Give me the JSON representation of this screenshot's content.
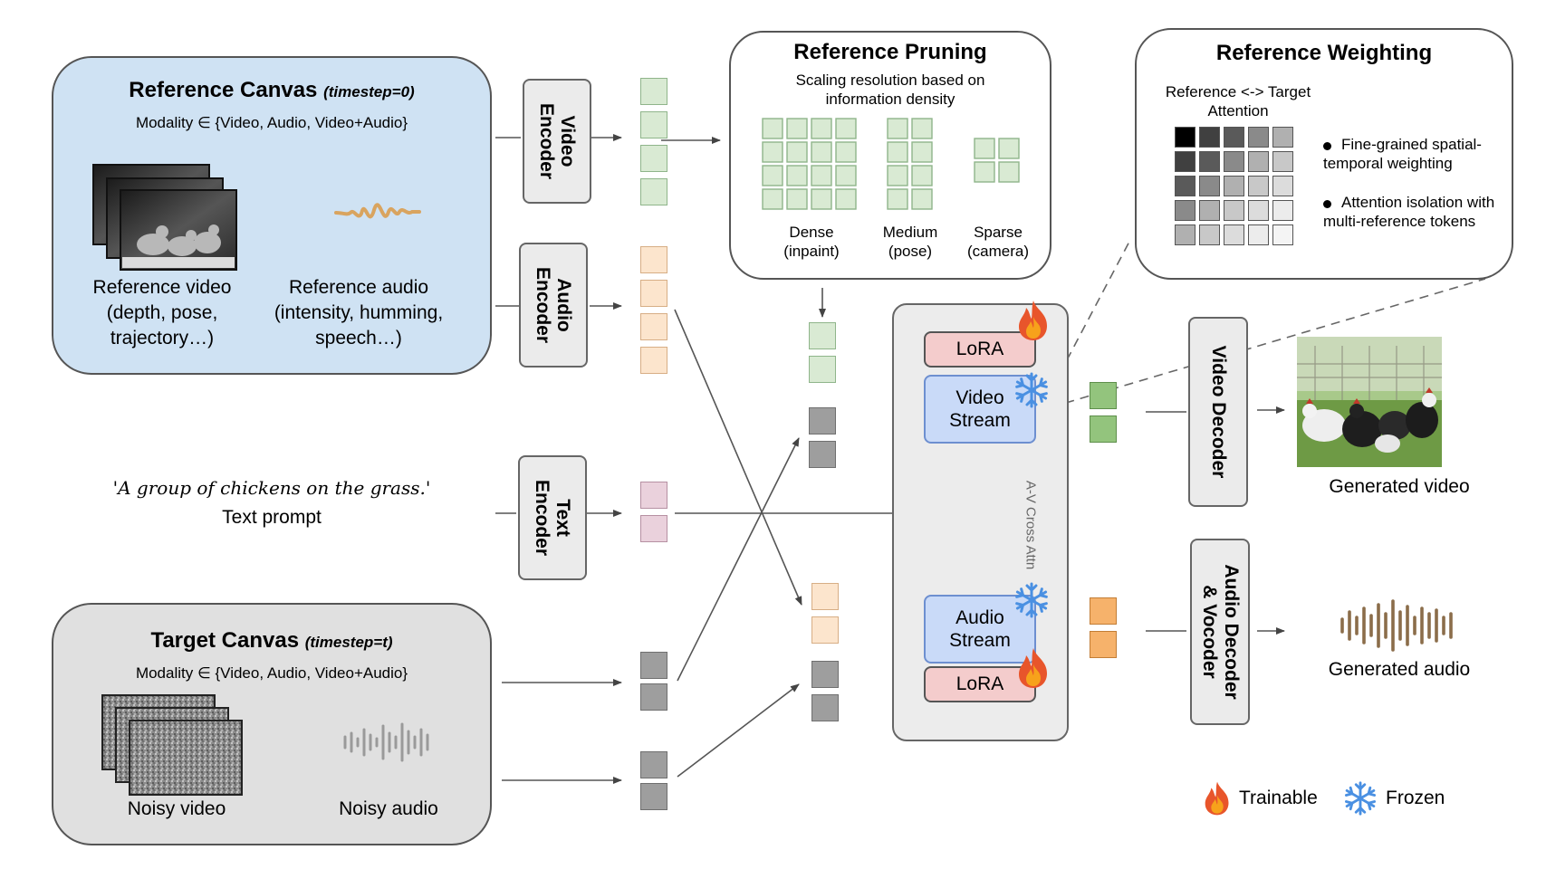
{
  "reference_canvas": {
    "title": "Reference Canvas",
    "title_note": "(timestep=0)",
    "modality": "Modality ∈ {Video, Audio, Video+Audio}",
    "video_caption": "Reference video\n(depth, pose,\ntrajectory…)",
    "audio_caption": "Reference audio\n(intensity, humming,\nspeech…)"
  },
  "target_canvas": {
    "title": "Target Canvas",
    "title_note": "(timestep=t)",
    "modality": "Modality ∈ {Video, Audio, Video+Audio}",
    "video_caption": "Noisy video",
    "audio_caption": "Noisy audio"
  },
  "prompt": {
    "quote": "'A group of chickens on the grass.'",
    "caption": "Text prompt"
  },
  "encoders": {
    "video": "Video\nEncoder",
    "audio": "Audio\nEncoder",
    "text": "Text\nEncoder"
  },
  "reference_pruning": {
    "title": "Reference Pruning",
    "subtitle": "Scaling resolution based on\ninformation density",
    "dense": "Dense\n(inpaint)",
    "medium": "Medium\n(pose)",
    "sparse": "Sparse\n(camera)"
  },
  "reference_weighting": {
    "title": "Reference Weighting",
    "subtitle": "Reference <-> Target\nAttention",
    "bullet1": "Fine-grained spatial-\ntemporal weighting",
    "bullet2": "Attention isolation with\nmulti-reference tokens",
    "grid_shades": [
      [
        "#000000",
        "#404040",
        "#5a5a5a",
        "#8a8a8a",
        "#b0b0b0"
      ],
      [
        "#404040",
        "#5a5a5a",
        "#8a8a8a",
        "#b0b0b0",
        "#c8c8c8"
      ],
      [
        "#5a5a5a",
        "#8a8a8a",
        "#b0b0b0",
        "#c8c8c8",
        "#dcdcdc"
      ],
      [
        "#8a8a8a",
        "#b0b0b0",
        "#c8c8c8",
        "#dcdcdc",
        "#ececec"
      ],
      [
        "#b0b0b0",
        "#c8c8c8",
        "#dcdcdc",
        "#ececec",
        "#f4f4f4"
      ]
    ]
  },
  "model": {
    "lora_top": "LoRA",
    "video_stream": "Video\nStream",
    "audio_stream": "Audio\nStream",
    "lora_bottom": "LoRA",
    "cross_attn": "A-V Cross Attn"
  },
  "decoders": {
    "video": "Video Decoder",
    "audio": "Audio Decoder\n& Vocoder"
  },
  "outputs": {
    "video": "Generated video",
    "audio": "Generated audio"
  },
  "legend": {
    "trainable": "Trainable",
    "frozen": "Frozen"
  },
  "colors": {
    "reference_canvas_bg": "#cfe2f3",
    "target_canvas_bg": "#e0e0e0",
    "video_token": "#d9ead3",
    "audio_token": "#fce5cd",
    "text_token": "#ead1dc",
    "noise_token": "#9e9e9e",
    "lora": "#f4cccc",
    "stream": "#c9daf8",
    "waveform_reference": "#d9a45f",
    "waveform_generated": "#8b6d4a"
  },
  "icons": {
    "trainable": "fire-icon",
    "frozen": "snowflake-icon"
  }
}
